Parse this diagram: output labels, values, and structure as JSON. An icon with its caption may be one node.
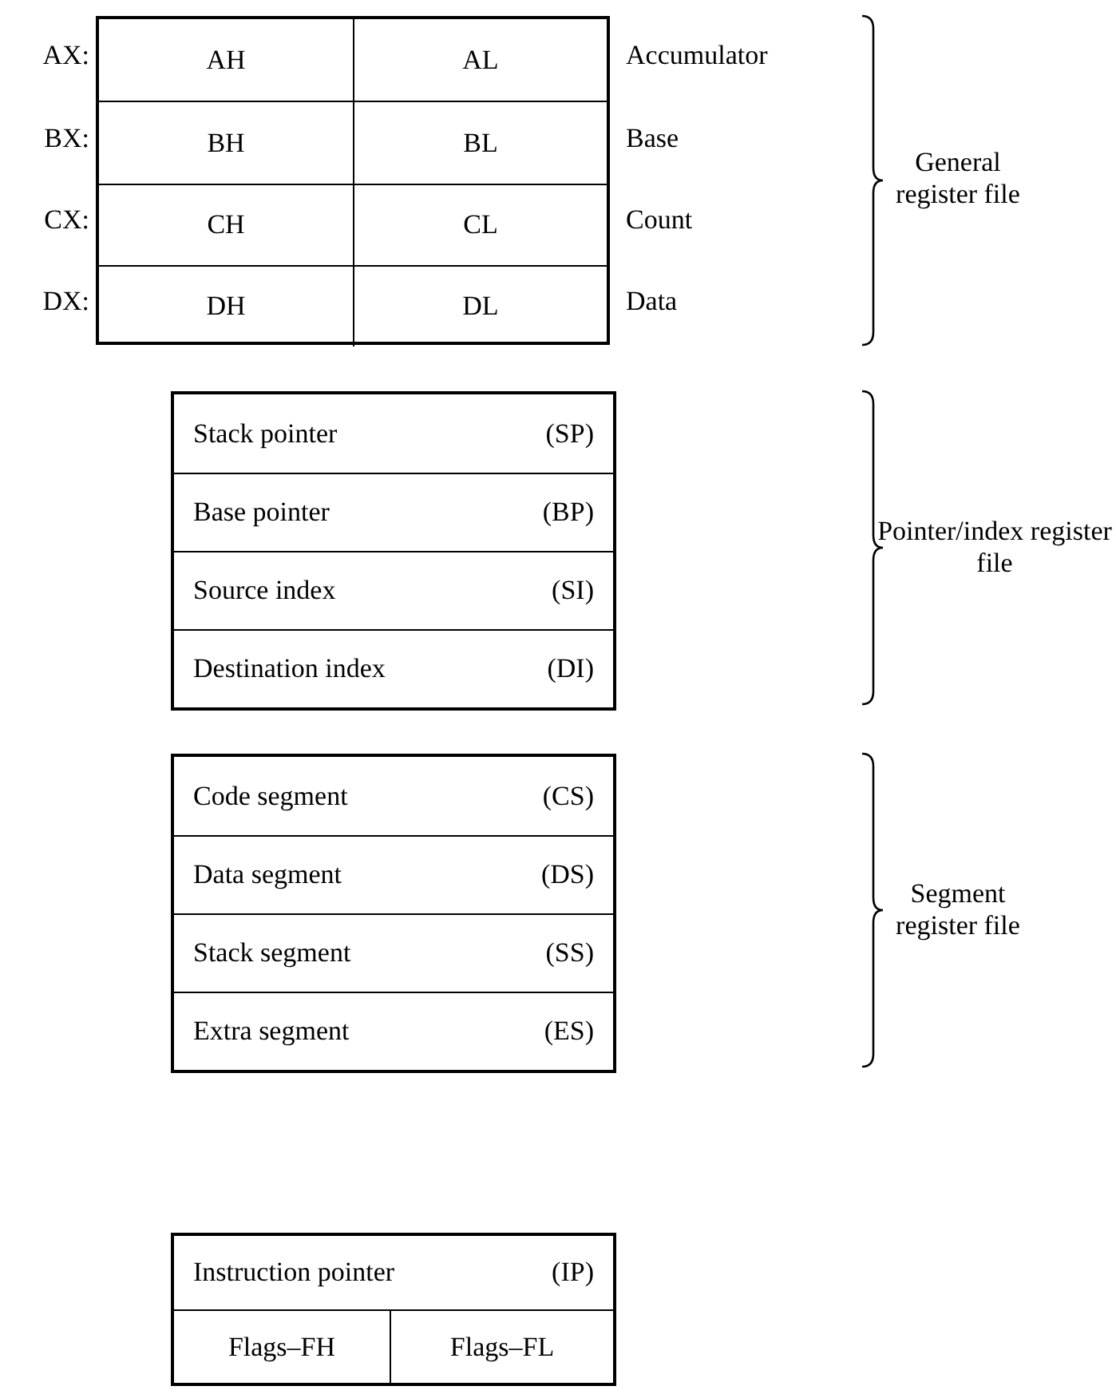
{
  "diagram": {
    "nodes": [
      {
        "text": [],
        "shape": "box"
      },
      {
        "text": [
          "AH"
        ],
        "in": 0
      },
      {
        "text": [
          "AL"
        ],
        "in": 0
      },
      {
        "text": [
          "BH"
        ],
        "in": 0
      },
      {
        "text": [
          "BL"
        ],
        "in": 0
      },
      {
        "text": [
          "CH"
        ],
        "in": 0
      },
      {
        "text": [
          "CL"
        ],
        "in": 0
      },
      {
        "text": [
          "DH"
        ],
        "in": 0
      },
      {
        "text": [
          "DL"
        ],
        "in": 0
      },
      {
        "text": [],
        "shape": "box"
      },
      {
        "text": [
          "Stack pointer",
          "(SP)"
        ],
        "in": 9
      },
      {
        "text": [
          "Base pointer",
          "(BP)"
        ],
        "in": 9
      },
      {
        "text": [
          "Source index",
          "(SI)"
        ],
        "in": 9
      },
      {
        "text": [
          "Destination index",
          "(DI)"
        ],
        "in": 9
      },
      {
        "text": [],
        "shape": "box"
      },
      {
        "text": [
          "Code segment",
          "(CS)"
        ],
        "in": 14
      },
      {
        "text": [
          "Data segment",
          "(DS)"
        ],
        "in": 14
      },
      {
        "text": [
          "Stack segment",
          "(SS)"
        ],
        "in": 14
      },
      {
        "text": [
          "Extra segment",
          "(ES)"
        ],
        "in": 14
      },
      {
        "text": [],
        "shape": "box"
      },
      {
        "text": [
          "Instruction pointer",
          "(IP)"
        ],
        "in": 19
      },
      {
        "text": [
          "Flags–FH"
        ],
        "in": 19
      },
      {
        "text": [
          "Flags–FL"
        ],
        "in": 19
      }
    ],
    "labels": [
      "AX:",
      "Accumulator",
      "BX:",
      "Base",
      "CX:",
      "Count",
      "DX:",
      "Data",
      "General register file",
      "Pointer/index register file",
      "Segment register file"
    ]
  }
}
